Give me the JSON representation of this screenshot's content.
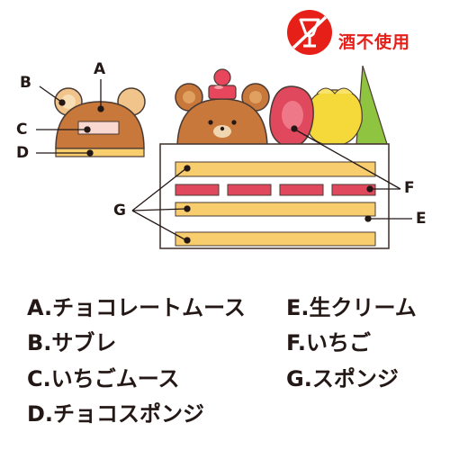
{
  "badge": {
    "label": "酒不使用",
    "color": "#e61f19",
    "icon": "no-alcohol-icon"
  },
  "callouts": {
    "a": "A",
    "b": "B",
    "c": "C",
    "d": "D",
    "e": "E",
    "f": "F",
    "g": "G"
  },
  "legend": {
    "a": "A.チョコレートムース",
    "b": "B.サブレ",
    "c": "C.いちごムース",
    "d": "D.チョコスポンジ",
    "e": "E.生クリーム",
    "f": "F.いちご",
    "g": "G.スポンジ"
  },
  "colors": {
    "bear_brown": "#c8783a",
    "sponge_yellow": "#f7cd6d",
    "strawberry_red": "#e0485e",
    "cream": "#ffffff",
    "outline": "#4a3a33",
    "pompom": "#e8465c",
    "fruit_yellow": "#f5d83a",
    "fruit_green": "#8fc440"
  }
}
